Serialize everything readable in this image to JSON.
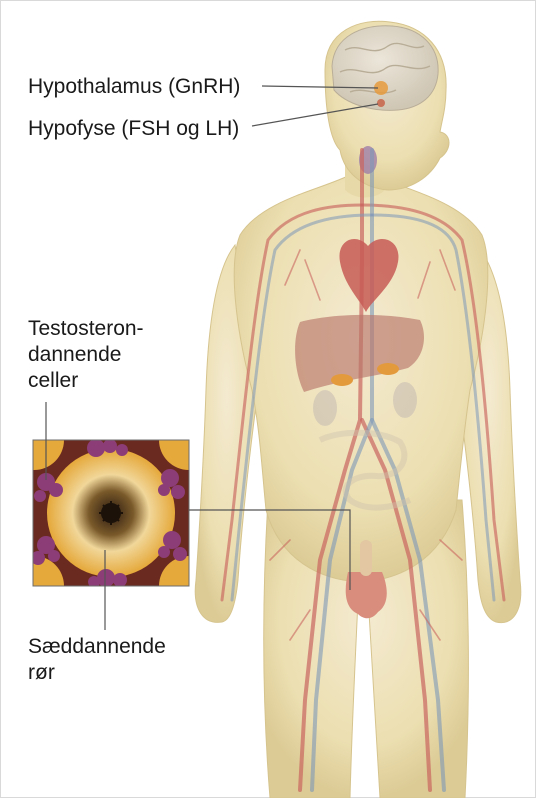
{
  "labels": {
    "hypothalamus": "Hypothalamus (GnRH)",
    "pituitary": "Hypofyse (FSH og LH)",
    "testosterone_cells": [
      "Testosteron-",
      "dannende",
      "celler"
    ],
    "seminiferous_tubules": [
      "Sæddannende",
      "rør"
    ]
  },
  "colors": {
    "skin": "#efe2b6",
    "skin_shadow": "#d9c99a",
    "brain": "#e4dccd",
    "artery": "#c9655f",
    "vein": "#7d98b8",
    "heart": "#c75a55",
    "liver": "#b9776a",
    "inset_yellow": "#e9b13c",
    "inset_purple": "#8c3d77",
    "leader_line": "#555555"
  },
  "icons": [
    "human-body-illustration",
    "seminiferous-tubule-cross-section"
  ]
}
